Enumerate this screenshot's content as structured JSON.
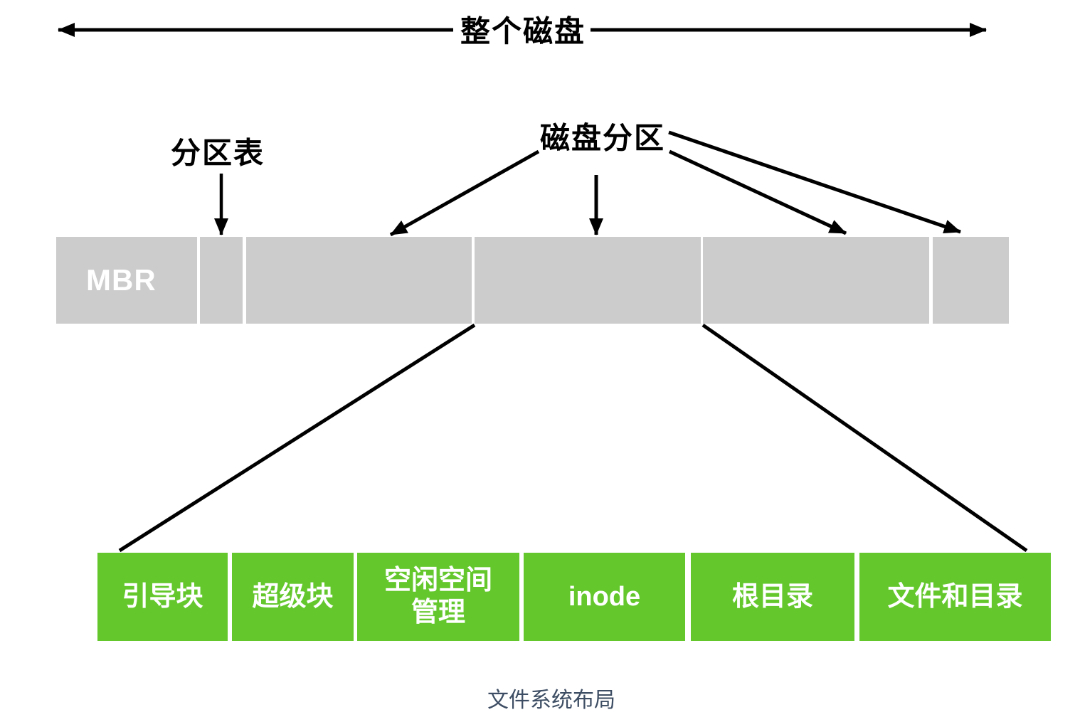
{
  "colors": {
    "disk_segment": "#CCCCCC",
    "fs_segment": "#64C82D",
    "arrow": "#000000",
    "mbr_text": "#FFFFFF",
    "fs_text": "#FFFFFF",
    "caption_text": "#3D4D63"
  },
  "top_arrow": {
    "label": "整个磁盘"
  },
  "labels": {
    "partition_table": "分区表",
    "disk_partition": "磁盘分区"
  },
  "disk_bar": {
    "segments": [
      {
        "name": "mbr",
        "label": "MBR"
      },
      {
        "name": "partition-table",
        "label": ""
      },
      {
        "name": "partition-1",
        "label": ""
      },
      {
        "name": "partition-2",
        "label": ""
      },
      {
        "name": "partition-3",
        "label": ""
      },
      {
        "name": "partition-4",
        "label": ""
      }
    ]
  },
  "fs_bar": {
    "segments": [
      {
        "name": "boot-block",
        "label": "引导块"
      },
      {
        "name": "super-block",
        "label": "超级块"
      },
      {
        "name": "free-space-management",
        "label": "空闲空间管理"
      },
      {
        "name": "inode",
        "label": "inode"
      },
      {
        "name": "root-directory",
        "label": "根目录"
      },
      {
        "name": "files-and-directories",
        "label": "文件和目录"
      }
    ]
  },
  "caption": "文件系统布局"
}
